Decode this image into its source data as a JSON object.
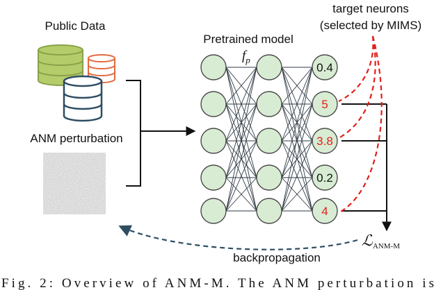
{
  "labels": {
    "public_data": "Public Data",
    "anm_perturbation": "ANM perturbation",
    "pretrained_model": "Pretrained model",
    "model_symbol": "f",
    "model_symbol_sub": "p",
    "target_neurons_line1": "target neurons",
    "target_neurons_line2": "(selected by MIMS)",
    "loss_symbol": "ℒ",
    "loss_subscript": "ANM-M",
    "backpropagation": "backpropagation",
    "caption": "Fig. 2: Overview of ANM-M. The ANM perturbation is"
  },
  "outputs": [
    {
      "value": "0.4",
      "selected": false
    },
    {
      "value": "5",
      "selected": true
    },
    {
      "value": "3.8",
      "selected": true
    },
    {
      "value": "0.2",
      "selected": false
    },
    {
      "value": "4",
      "selected": true
    }
  ],
  "colors": {
    "neuron_fill": "#d8ecd3",
    "neuron_stroke": "#4a4a4a",
    "selected_text": "#e0201b",
    "dashed_red": "#e0201b",
    "db_green": "#b5cc6a",
    "db_orange": "#e2683c",
    "db_navy": "#2e4d63",
    "noise_gray": "#7a7a7a",
    "backprop_arrow": "#2e4d63"
  },
  "icons": [
    "database-icon",
    "noise-image"
  ]
}
